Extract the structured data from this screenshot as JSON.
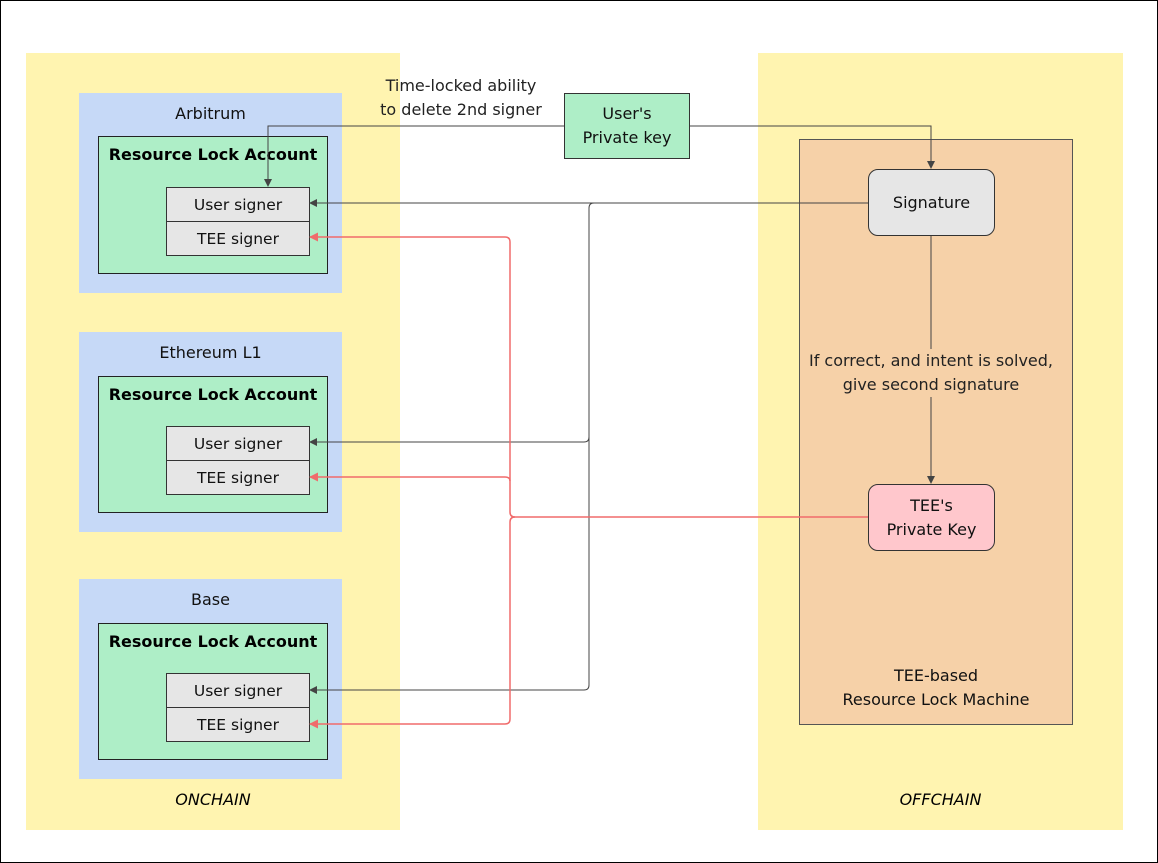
{
  "zones": {
    "onchain_label": "ONCHAIN",
    "offchain_label": "OFFCHAIN"
  },
  "chains": [
    {
      "name": "Arbitrum",
      "account": "Resource Lock Account",
      "user_signer": "User signer",
      "tee_signer": "TEE signer"
    },
    {
      "name": "Ethereum L1",
      "account": "Resource Lock Account",
      "user_signer": "User signer",
      "tee_signer": "TEE signer"
    },
    {
      "name": "Base",
      "account": "Resource Lock Account",
      "user_signer": "User signer",
      "tee_signer": "TEE signer"
    }
  ],
  "user_key": {
    "line1": "User's",
    "line2": "Private key"
  },
  "time_lock_note": {
    "line1": "Time-locked ability",
    "line2": "to delete 2nd signer"
  },
  "machine": {
    "signature": "Signature",
    "condition_line1": "If correct, and intent is solved,",
    "condition_line2": "give second signature",
    "tee_key_line1": "TEE's",
    "tee_key_line2": "Private Key",
    "label_line1": "TEE-based",
    "label_line2": "Resource Lock Machine"
  },
  "colors": {
    "onchain_zone": "#fff4b0",
    "chain_box": "#c6d9f7",
    "account_box": "#aeeec7",
    "signer_box": "#e6e6e6",
    "machine_box": "#f6d1a8",
    "tee_key_box": "#ffc7cc",
    "tee_edge": "#f06b6b",
    "user_edge": "#444444"
  }
}
